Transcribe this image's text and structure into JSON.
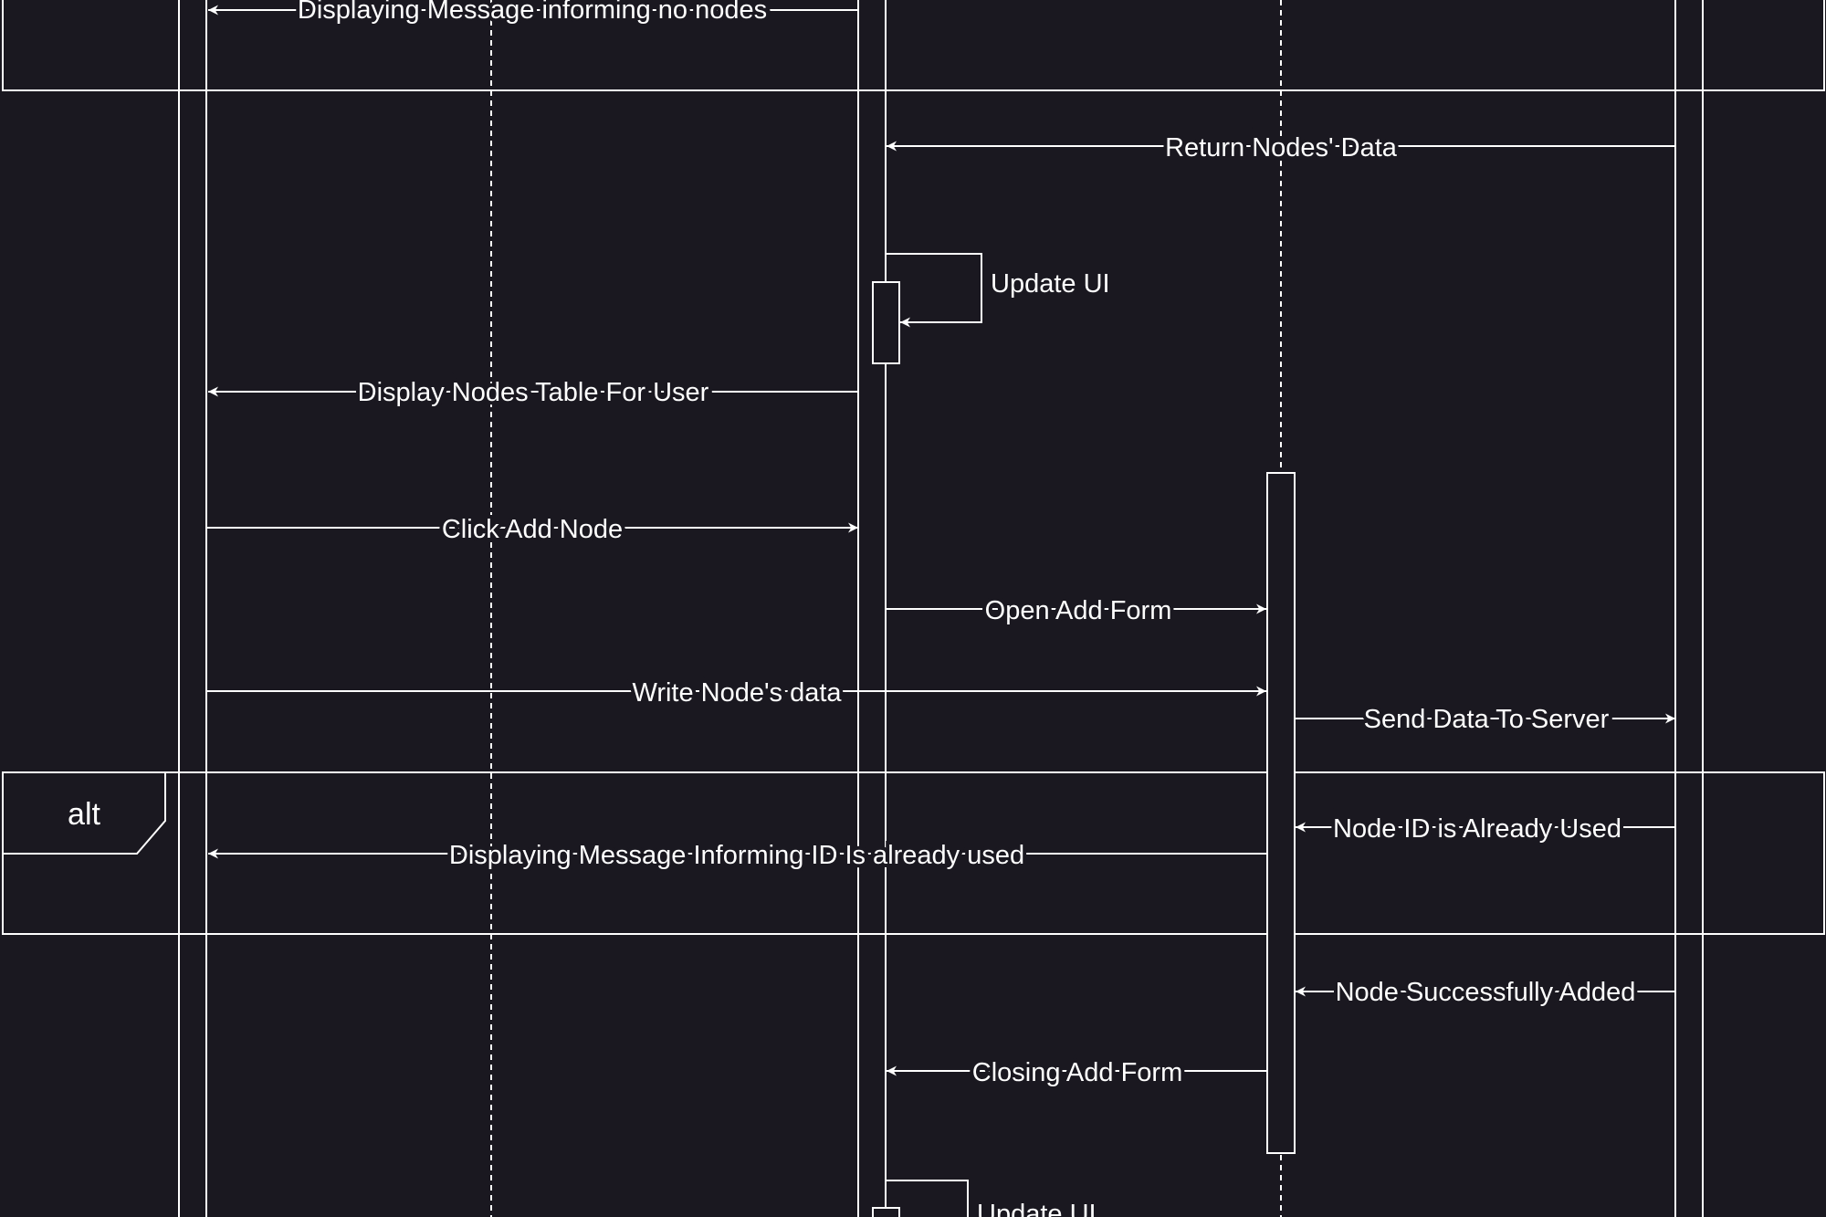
{
  "diagram": {
    "type": "sequence-diagram",
    "colors": {
      "background": "#1a1820",
      "stroke": "#ffffff",
      "text": "#ffffff"
    },
    "frames": [
      {
        "name": "frame-top-partial",
        "label": ""
      },
      {
        "name": "frame-alt",
        "label": "alt"
      }
    ],
    "messages": [
      {
        "name": "message-displaying-no-nodes",
        "label": "Displaying Message informing no nodes",
        "direction": "left"
      },
      {
        "name": "message-return-nodes-data",
        "label": "Return Nodes' Data",
        "direction": "left"
      },
      {
        "name": "message-update-ui-1",
        "label": "Update UI",
        "direction": "self"
      },
      {
        "name": "message-display-nodes-table",
        "label": "Display Nodes Table For User",
        "direction": "left"
      },
      {
        "name": "message-click-add-node",
        "label": "Click Add Node",
        "direction": "right"
      },
      {
        "name": "message-open-add-form",
        "label": "Open Add Form",
        "direction": "right"
      },
      {
        "name": "message-write-node-data",
        "label": "Write Node's data",
        "direction": "right"
      },
      {
        "name": "message-send-data-to-server",
        "label": "Send Data To Server",
        "direction": "right"
      },
      {
        "name": "message-node-id-already-used",
        "label": "Node ID is Already Used",
        "direction": "left"
      },
      {
        "name": "message-displaying-id-used",
        "label": "Displaying Message Informing ID Is already used",
        "direction": "left"
      },
      {
        "name": "message-node-successfully-added",
        "label": "Node Successfully Added",
        "direction": "left"
      },
      {
        "name": "message-closing-add-form",
        "label": "Closing Add Form",
        "direction": "left"
      },
      {
        "name": "message-update-ui-2",
        "label": "Update UI",
        "direction": "self"
      }
    ]
  }
}
